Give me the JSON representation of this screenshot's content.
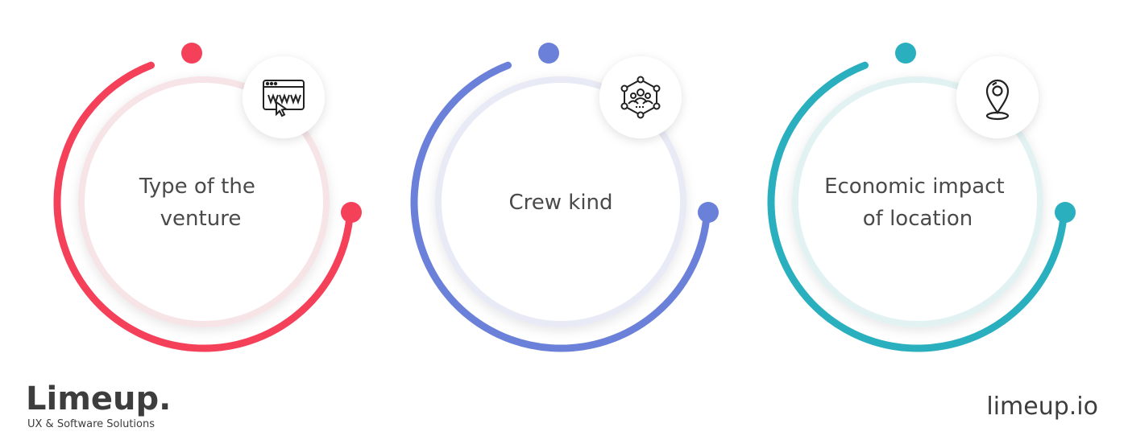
{
  "cards": [
    {
      "lines": [
        "Type of the",
        "venture"
      ],
      "icon": "www-browser-icon",
      "color": "#f5405a",
      "inner_ring": "#f6e4e7"
    },
    {
      "lines": [
        "Crew kind"
      ],
      "icon": "team-network-icon",
      "color": "#6a80d9",
      "inner_ring": "#e8eaf5"
    },
    {
      "lines": [
        "Economic impact",
        "of location"
      ],
      "icon": "location-pin-icon",
      "color": "#2aafbf",
      "inner_ring": "#e2f2f3"
    }
  ],
  "brand": {
    "logo": "Limeup.",
    "tagline": "UX & Software Solutions",
    "url": "limeup.io"
  }
}
